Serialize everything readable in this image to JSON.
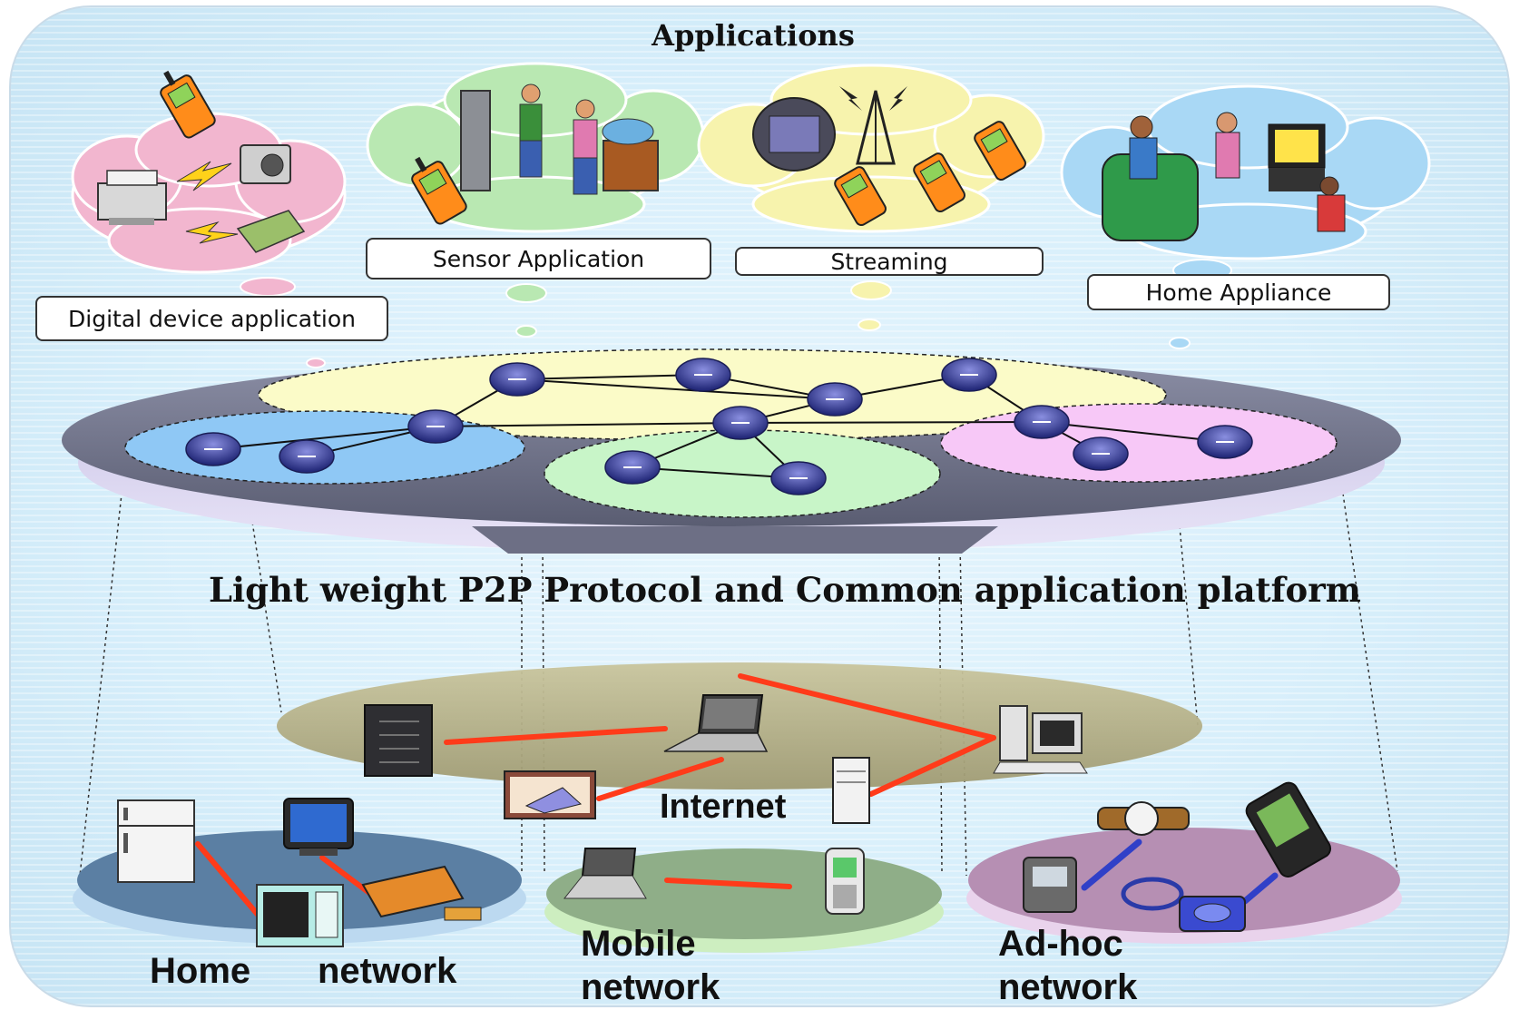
{
  "title": "Applications",
  "platform_label": "Light weight P2P Protocol and Common application platform",
  "applications": [
    {
      "label": "Digital device application",
      "icon": "digital-devices-icon",
      "color": "#f2b6cf"
    },
    {
      "label": "Sensor Application",
      "icon": "sensor-shopping-icon",
      "color": "#b9e8b2"
    },
    {
      "label": "Streaming",
      "icon": "streaming-tower-icon",
      "color": "#f7f3ad"
    },
    {
      "label": "Home Appliance",
      "icon": "family-tv-icon",
      "color": "#a9d8f5"
    }
  ],
  "p2p_groups": [
    {
      "name": "top",
      "color": "#fbfbc8"
    },
    {
      "name": "left",
      "color": "#8fc8f5"
    },
    {
      "name": "middle",
      "color": "#c8f5c8"
    },
    {
      "name": "right",
      "color": "#f7c8f7"
    }
  ],
  "networks": {
    "internet": {
      "label": "Internet",
      "color": "#b5b08a"
    },
    "home": {
      "label_1": "Home",
      "label_2": "network",
      "color": "#5b7fa3"
    },
    "mobile": {
      "label_1": "Mobile",
      "label_2": "network",
      "color": "#8fae88"
    },
    "adhoc": {
      "label_1": "Ad-hoc",
      "label_2": "network",
      "color": "#b68fb3"
    }
  },
  "colors": {
    "link": "#ff3b1a",
    "adhoc_link": "#3040c8",
    "node": "#3a3f9a",
    "platform": "#7c7f96"
  }
}
